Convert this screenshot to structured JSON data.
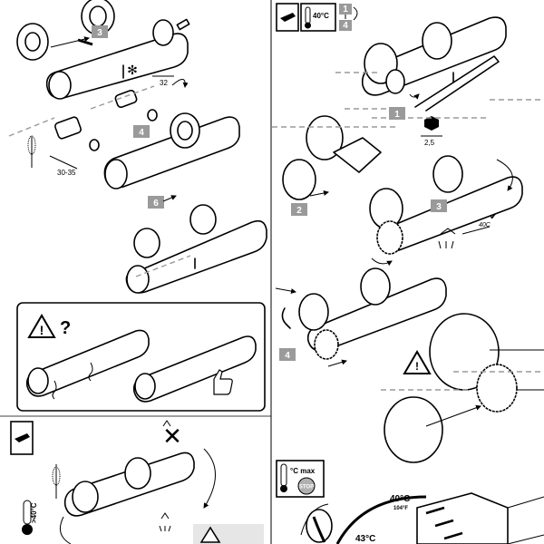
{
  "step_badges": {
    "left_top": "3",
    "left_mid": "4",
    "left_bottom": "6",
    "right_seq_1": "1",
    "right_seq_4": "4",
    "right_1": "1",
    "right_2": "2",
    "right_3": "3",
    "right_4": "4"
  },
  "dimensions": {
    "nut_gap": "32",
    "pipe_length": "30-35",
    "hex_key": "2,5",
    "set_temp": "40C"
  },
  "warning": {
    "question_mark": "?"
  },
  "temperatures": {
    "top_right_icon": "40°C",
    "left_hot_limit": ">40°C",
    "max_icon": "°C max",
    "stop_label": "STOP",
    "dial_primary": "40°C",
    "dial_primary_f": "104°F",
    "dial_secondary": "43°C"
  },
  "colors": {
    "line": "#000000",
    "badge_grey": "#9a9a9a",
    "guide_grey": "#9a9a9a"
  }
}
